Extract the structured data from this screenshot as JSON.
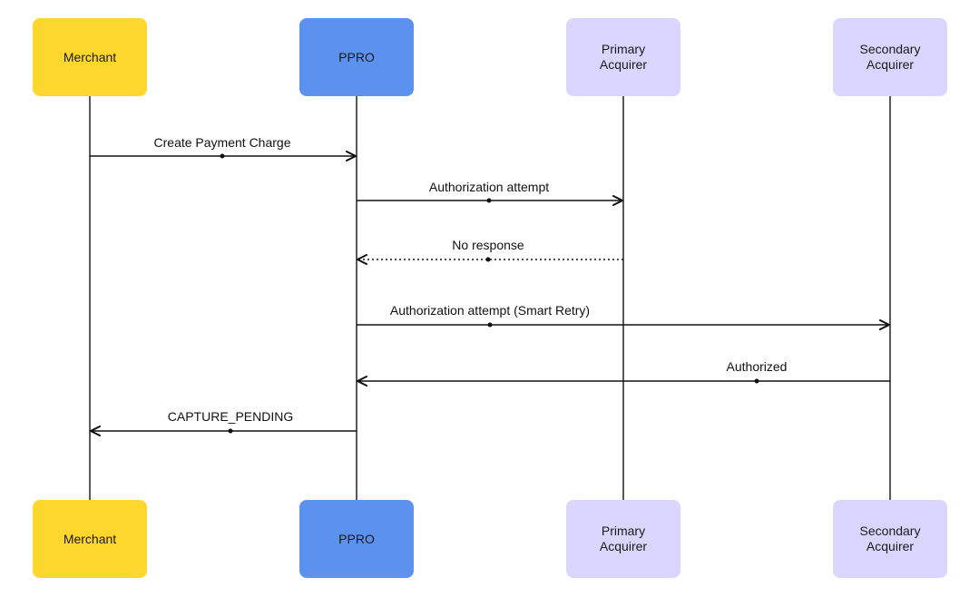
{
  "actors": [
    {
      "id": "merchant",
      "label": "Merchant",
      "color": "#FED72E"
    },
    {
      "id": "ppro",
      "label": "PPRO",
      "color": "#5B92EF"
    },
    {
      "id": "primary",
      "label": "Primary\nAcquirer",
      "color": "#DAD5FC"
    },
    {
      "id": "secondary",
      "label": "Secondary\nAcquirer",
      "color": "#DAD5FC"
    }
  ],
  "messages": [
    {
      "label": "Create Payment Charge",
      "from": "merchant",
      "to": "ppro",
      "style": "solid"
    },
    {
      "label": "Authorization attempt",
      "from": "ppro",
      "to": "primary",
      "style": "solid"
    },
    {
      "label": "No response",
      "from": "primary",
      "to": "ppro",
      "style": "dotted"
    },
    {
      "label": "Authorization attempt (Smart Retry)",
      "from": "ppro",
      "to": "secondary",
      "style": "solid"
    },
    {
      "label": "Authorized",
      "from": "secondary",
      "to": "ppro",
      "style": "solid"
    },
    {
      "label": "CAPTURE_PENDING",
      "from": "ppro",
      "to": "merchant",
      "style": "solid"
    }
  ],
  "colors": {
    "line": "#111111",
    "lifeline": "#222222"
  }
}
